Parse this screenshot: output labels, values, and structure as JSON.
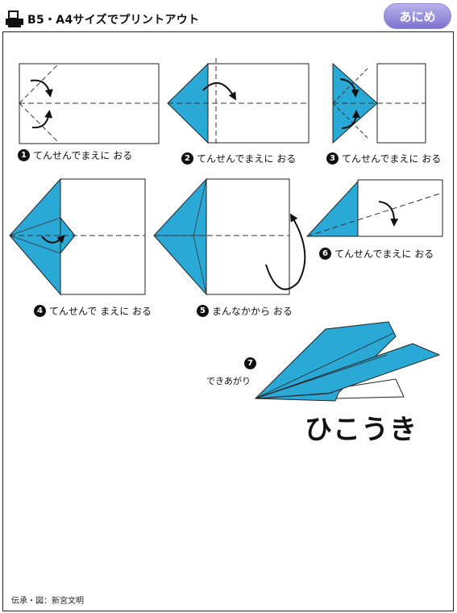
{
  "header": {
    "print_link_text": "B5・A4サイズでプリントアウト",
    "anime_button_label": "あにめ",
    "accent_color": "#2ba9d6",
    "button_color": "#8b82d8"
  },
  "steps": [
    {
      "number": "1",
      "caption": "てんせんでまえに おる"
    },
    {
      "number": "2",
      "caption": "てんせんでまえに おる"
    },
    {
      "number": "3",
      "caption": "てんせんでまえに おる"
    },
    {
      "number": "4",
      "caption": "てんせんで まえに おる"
    },
    {
      "number": "5",
      "caption": "まんなかから おる"
    },
    {
      "number": "6",
      "caption": "てんせんでまえに おる"
    },
    {
      "number": "7",
      "caption": "できあがり"
    }
  ],
  "title": "ひこうき",
  "credit": "伝承・図：新宮文明"
}
